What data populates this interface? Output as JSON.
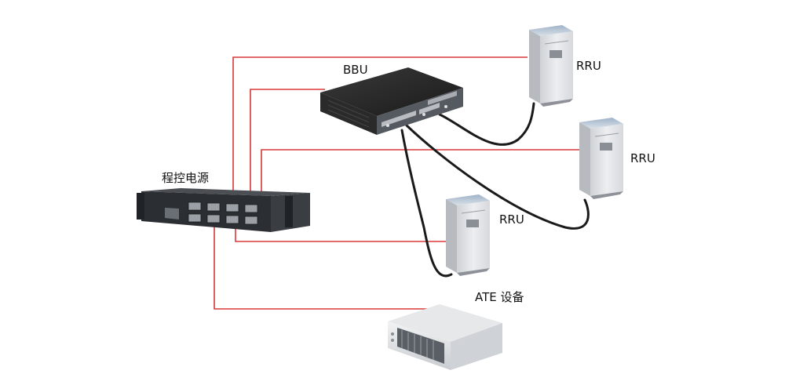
{
  "labels": {
    "bbu": "BBU",
    "rru_top": "RRU",
    "rru_right": "RRU",
    "rru_middle": "RRU",
    "power": "程控电源",
    "ate": "ATE 设备"
  },
  "colors": {
    "power_wire": "#d9383a",
    "fiber": "#1a1a1a",
    "background": "#ffffff"
  }
}
